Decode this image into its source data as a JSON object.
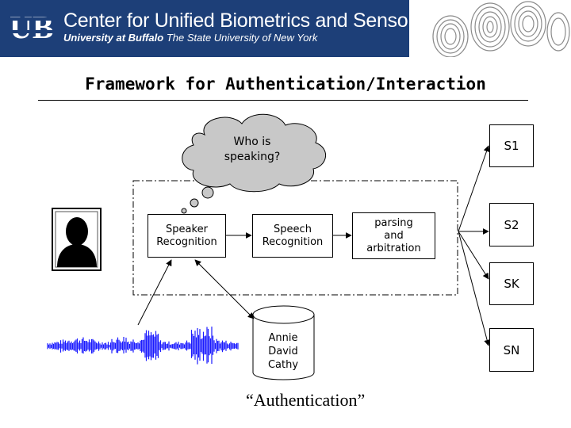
{
  "header": {
    "center_name": "Center for Unified Biometrics and Sensors",
    "university_line": "University at Buffalo",
    "state_line": "The State University of New York",
    "logo": "UB"
  },
  "slide": {
    "title": "Framework for Authentication/Interaction",
    "caption": "“Authentication”"
  },
  "diagram": {
    "thought_bubble": "Who is\nspeaking?",
    "speaker_box": "Speaker\nRecognition",
    "speech_box": "Speech\nRecognition",
    "parsing_box": "parsing\nand\narbitration",
    "database": "Annie\nDavid\nCathy",
    "services": [
      "S1",
      "S2",
      "SK",
      "SN"
    ],
    "icons": [
      "person-silhouette-icon",
      "waveform-icon",
      "fingerprint-icon"
    ],
    "colors": {
      "banner": "#1d3f78",
      "waveform": "#1a1aff",
      "cloud": "#c8c8c8"
    }
  }
}
